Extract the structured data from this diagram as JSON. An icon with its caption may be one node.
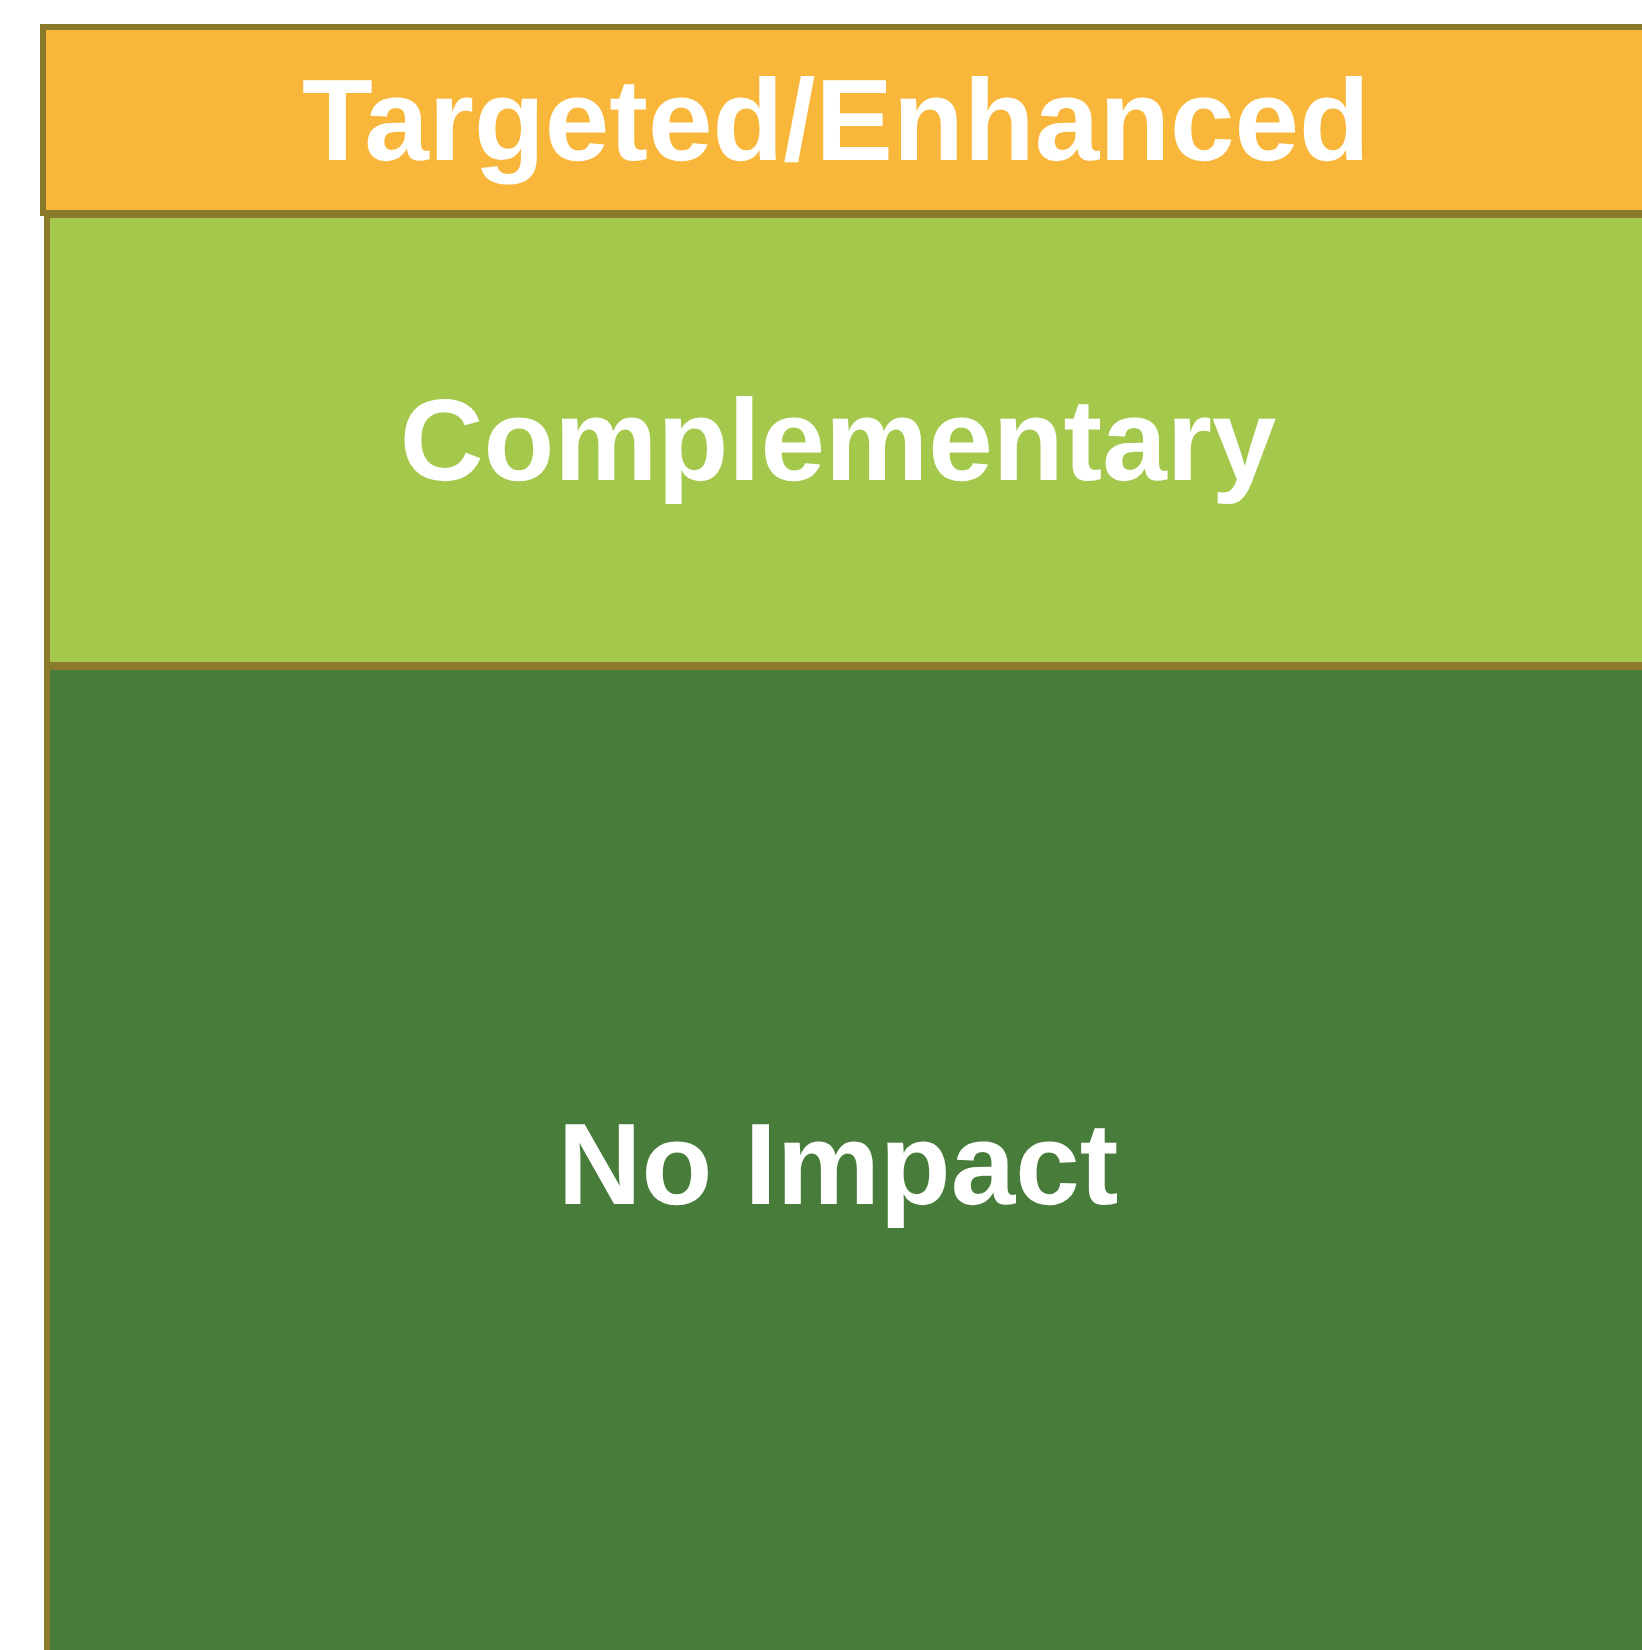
{
  "diagram": {
    "nodes": [
      {
        "text": [
          "Targeted/Enhanced"
        ]
      },
      {
        "text": [
          "Complementary"
        ]
      },
      {
        "text": [
          "No Impact"
        ]
      }
    ]
  }
}
